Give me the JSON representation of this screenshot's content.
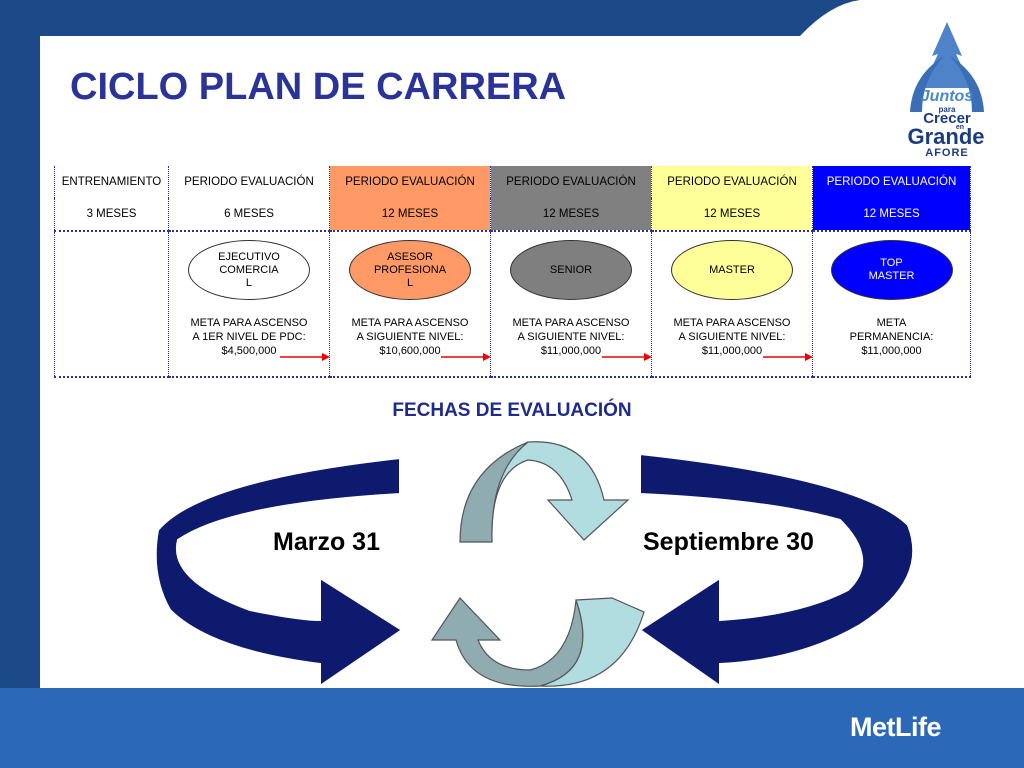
{
  "title": "CICLO PLAN DE CARRERA",
  "logo": {
    "line1": "Juntos",
    "line2": "para",
    "line3": "Crecer",
    "line4": "en",
    "line5": "Grande",
    "line6": "AFORE"
  },
  "stages": [
    {
      "header": "ENTRENAMIENTO",
      "duration": "3 MESES",
      "color": "#ffffff",
      "text_color": "#000000",
      "oval": null,
      "meta": null
    },
    {
      "header": "PERIODO EVALUACIÓN",
      "duration": "6 MESES",
      "color": "#ffffff",
      "text_color": "#000000",
      "oval": "EJECUTIVO\nCOMERCIA\nL",
      "oval_color": "#ffffff",
      "oval_text_color": "#000000",
      "meta": "META PARA ASCENSO\nA 1ER NIVEL DE PDC:\n$4,500,000"
    },
    {
      "header": "PERIODO EVALUACIÓN",
      "duration": "12 MESES",
      "color": "#ff9966",
      "text_color": "#000000",
      "oval": "ASESOR\nPROFESIONA\nL",
      "oval_color": "#ff9966",
      "oval_text_color": "#000000",
      "meta": "META PARA ASCENSO\nA SIGUIENTE NIVEL:\n$10,600,000"
    },
    {
      "header": "PERIODO EVALUACIÓN",
      "duration": "12 MESES",
      "color": "#808080",
      "text_color": "#000000",
      "oval": "SENIOR",
      "oval_color": "#7f7f7f",
      "oval_text_color": "#000000",
      "meta": "META PARA ASCENSO\nA SIGUIENTE NIVEL:\n$11,000,000"
    },
    {
      "header": "PERIODO EVALUACIÓN",
      "duration": "12 MESES",
      "color": "#ffff99",
      "text_color": "#000000",
      "oval": "MASTER",
      "oval_color": "#ffff99",
      "oval_text_color": "#000000",
      "meta": "META PARA ASCENSO\nA SIGUIENTE NIVEL:\n$11,000,000"
    },
    {
      "header": "PERIODO EVALUACIÓN",
      "duration": "12 MESES",
      "color": "#0000ff",
      "text_color": "#ffffff",
      "oval": "TOP\nMASTER",
      "oval_color": "#0000ff",
      "oval_text_color": "#ffffff",
      "meta": "META\nPERMANENCIA:\n$11,000,000"
    }
  ],
  "subtitle": "FECHAS DE EVALUACIÓN",
  "dates": {
    "left": "Marzo 31",
    "right": "Septiembre 30"
  },
  "brand": "MetLife"
}
